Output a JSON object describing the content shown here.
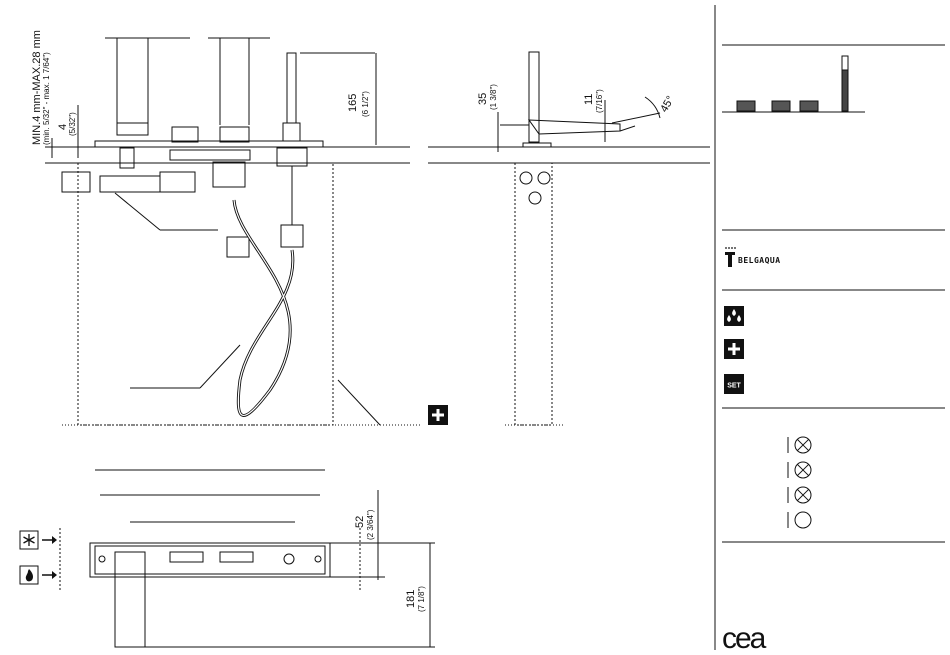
{
  "side_dimensions": {
    "min_max": "MIN.4 mm-MAX.28 mm",
    "min_max_inch": "(min. 5/32\" - max. 1 7/64\")",
    "deck": "4",
    "deck_inch": "(5/32\")",
    "height": "165",
    "height_inch": "(6 1/2\")"
  },
  "profile_dimensions": {
    "spout_height": "35",
    "spout_height_inch": "(1 3/8\")",
    "spout_gap": "11",
    "spout_gap_inch": "(7/16\")",
    "angle": "45°"
  },
  "plan_dimensions": {
    "width": "52",
    "width_inch": "(2 3/64\")",
    "depth": "181",
    "depth_inch": "(7 1/8\")"
  },
  "brand": {
    "name": "BELGAQUA"
  },
  "feature_badges": [
    {
      "icon": "water-drops-icon"
    },
    {
      "icon": "plus-icon"
    },
    {
      "label": "SET"
    }
  ],
  "inlet_labels": [
    {
      "icon": "snowflake-icon"
    },
    {
      "icon": "flame-icon"
    }
  ],
  "finish_indicators": [
    {
      "state": "crossed"
    },
    {
      "state": "crossed"
    },
    {
      "state": "crossed"
    },
    {
      "state": "open"
    }
  ],
  "logo": {
    "text": "cea"
  }
}
